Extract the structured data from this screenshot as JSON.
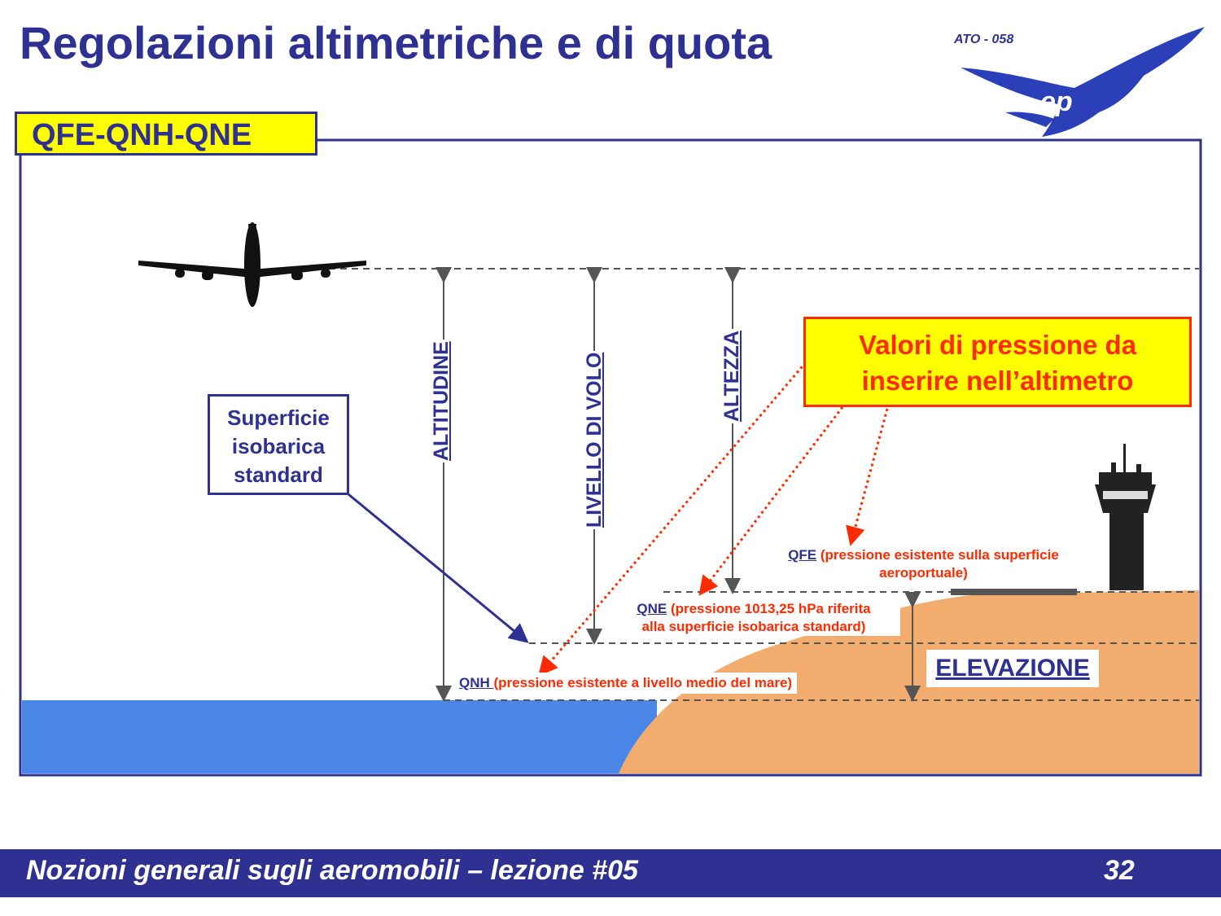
{
  "header": {
    "title": "Regolazioni altimetriche e di quota",
    "logo_text": "ATO - 058"
  },
  "section": {
    "tab_label": "QFE-QNH-QNE"
  },
  "diagram": {
    "vertical_labels": {
      "altitudine": "ALTITUDINE",
      "livello_di_volo": "LIVELLO DI VOLO",
      "altezza": "ALTEZZA"
    },
    "standard_surface_box": {
      "line1": "Superficie",
      "line2": "isobarica",
      "line3": "standard"
    },
    "pressure_box": {
      "line1": "Valori di pressione da",
      "line2": "inserire nell’altimetro"
    },
    "qfe": {
      "code": "QFE",
      "text": " (pressione esistente sulla superficie",
      "text2": "aeroportuale)"
    },
    "qne": {
      "code": "QNE",
      "text": " (pressione 1013,25 hPa riferita",
      "text2": "alla  superficie isobarica standard)"
    },
    "qnh": {
      "code": "QNH ",
      "text": "(pressione esistente a livello medio del mare)"
    },
    "elevazione": "ELEVAZIONE",
    "colors": {
      "navy": "#2e3192",
      "red": "#ff2a00",
      "yellow": "#ffff00",
      "sea": "#4a86e8",
      "land": "#f2ad6e"
    }
  },
  "footer": {
    "text": "Nozioni generali sugli aeromobili – lezione #05",
    "page_number": "32"
  }
}
